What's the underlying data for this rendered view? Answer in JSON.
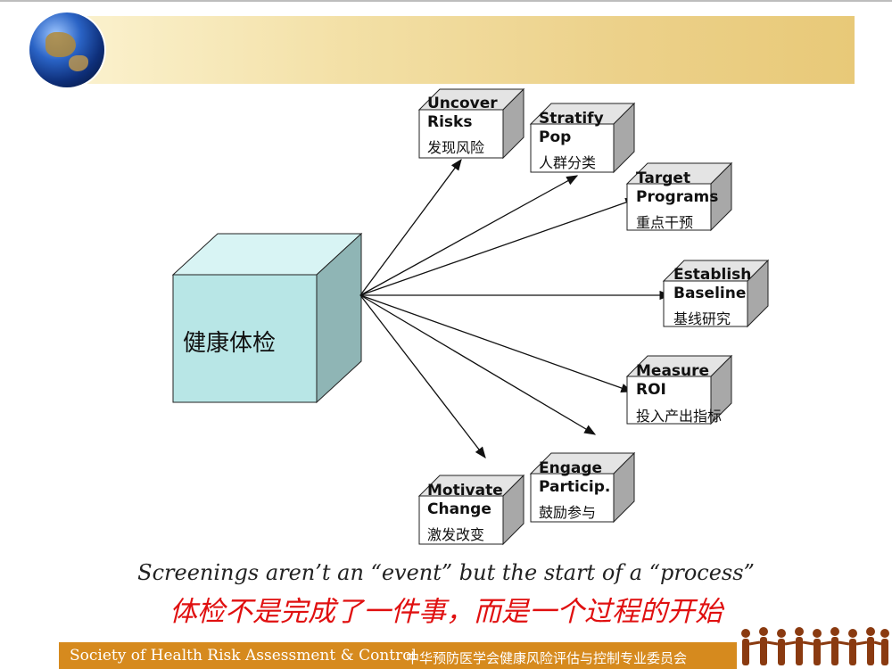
{
  "center": {
    "label": "健康体检"
  },
  "boxes": [
    {
      "title": "Uncover\nRisks",
      "subtitle": "发现风险"
    },
    {
      "title": "Stratify\nPop",
      "subtitle": "人群分类"
    },
    {
      "title": "Target\nPrograms",
      "subtitle": "重点干预"
    },
    {
      "title": "Establish\nBaseline",
      "subtitle": "基线研究"
    },
    {
      "title": "Measure\nROI",
      "subtitle": "投入产出指标"
    },
    {
      "title": "Engage\nParticip.",
      "subtitle": "鼓励参与"
    },
    {
      "title": "Motivate\nChange",
      "subtitle": "激发改变"
    }
  ],
  "caption": {
    "english": "Screenings aren’t an “event” but the start of a “process”",
    "chinese": "体检不是完成了一件事，而是一个过程的开始"
  },
  "footer": {
    "english": "Society of Health Risk Assessment & Control",
    "chinese": "中华预防医学会健康风险评估与控制专业委员会"
  },
  "colors": {
    "main_cube_front": "#b8e6e6",
    "small_cube_front": "#ffffff",
    "caption_chinese": "#e01010",
    "footer_bar": "#d68a1e"
  }
}
